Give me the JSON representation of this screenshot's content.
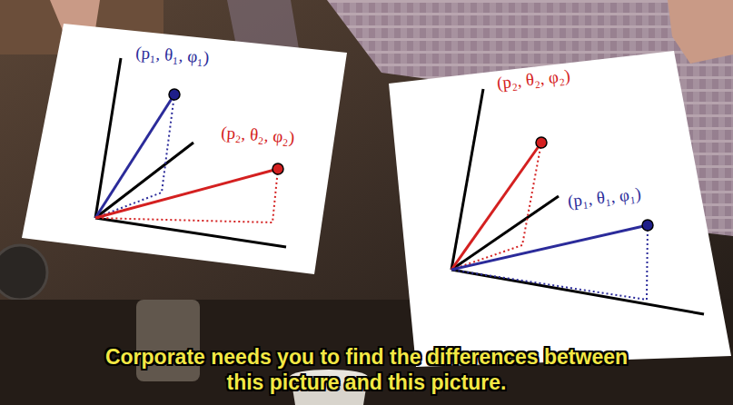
{
  "diagram": {
    "caption": "Corporate needs you to find the differences between this picture and this picture.",
    "labels": [
      "(p₁, θ₁, φ₁)",
      "(p₂, θ₂, φ₂)",
      "(p₂, θ₂, φ₂)",
      "(p₁, θ₁, φ₁)"
    ]
  }
}
